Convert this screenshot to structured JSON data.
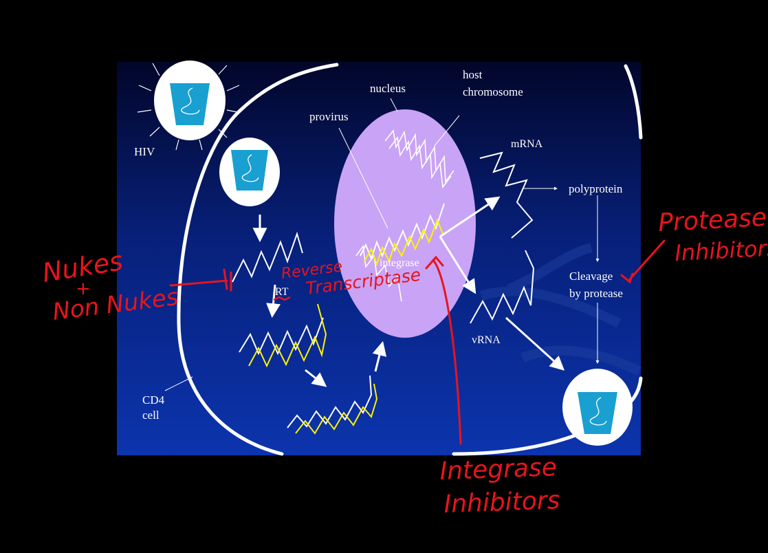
{
  "diagram": {
    "labels": {
      "hiv": "HIV",
      "nucleus": "nucleus",
      "host_chromosome_line1": "host",
      "host_chromosome_line2": "chromosome",
      "provirus": "provirus",
      "mrna": "mRNA",
      "polyprotein": "polyprotein",
      "integrase": "integrase",
      "rt": "RT",
      "vrna": "vRNA",
      "cleavage_line1": "Cleavage",
      "cleavage_line2": "by protease",
      "cd4_line1": "CD4",
      "cd4_line2": "cell"
    },
    "annotations": {
      "nukes_line1": "Nukes",
      "nukes_plus": "+",
      "nukes_line2": "Non Nukes",
      "reverse": "Reverse",
      "transcriptase": "Transcriptase",
      "protease_line1": "Protease",
      "protease_line2": "Inhibitors",
      "integrase_inh_line1": "Integrase",
      "integrase_inh_line2": "Inhibitors"
    },
    "colors": {
      "background": "#000000",
      "panel_top": "#02062a",
      "panel_bottom": "#0c32a8",
      "nucleus": "#c9a3f5",
      "strand": "#ffffff",
      "dna_strand": "#fff200",
      "capsid": "#1a9fd1",
      "ink": "#e8141c"
    }
  }
}
